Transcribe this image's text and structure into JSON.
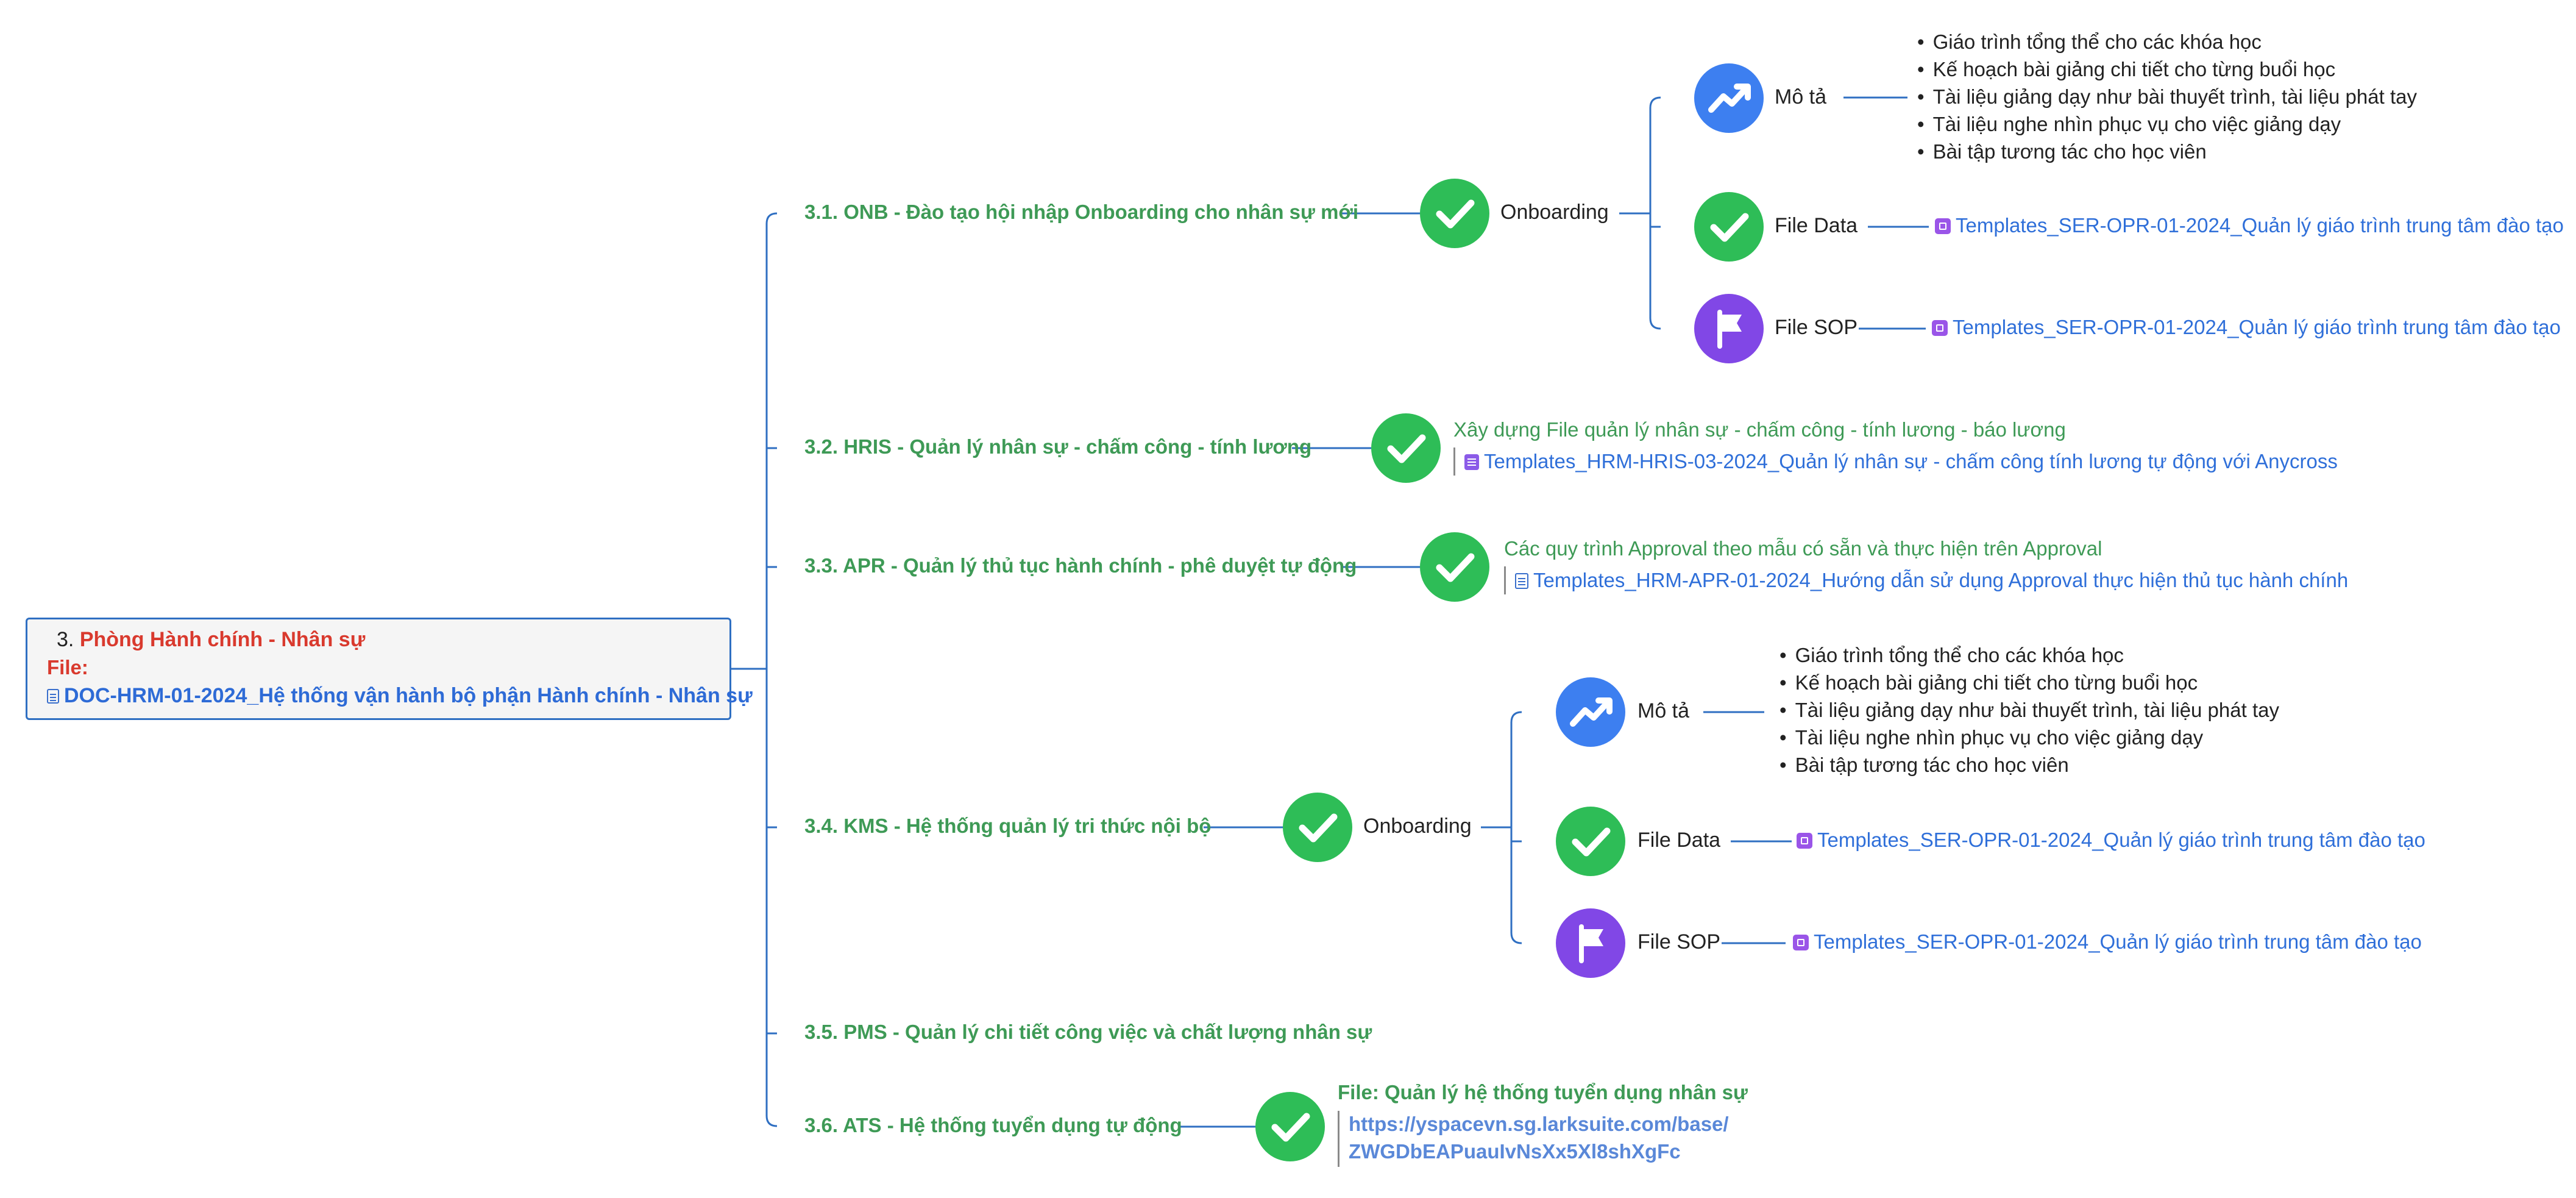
{
  "root": {
    "number": "3.",
    "title": "Phòng Hành chính - Nhân sự",
    "file_label": "File:",
    "file_name": "DOC-HRM-01-2024_Hệ thống vận hành bộ phận Hành chính - Nhân sự"
  },
  "branches": [
    "3.1. ONB - Đào tạo hội nhập Onboarding cho nhân sự mới",
    "3.2. HRIS - Quản lý nhân sự - chấm công - tính lương",
    "3.3. APR - Quản lý thủ tục hành chính - phê duyệt tự động",
    "3.4. KMS - Hệ thống quản lý tri thức nội bộ",
    "3.5. PMS - Quản lý chi tiết công việc và chất lượng nhân sự",
    "3.6. ATS - Hệ thống tuyển dụng tự động"
  ],
  "onboarding_label": "Onboarding",
  "labels": {
    "mo_ta": "Mô tả",
    "file_data": "File Data",
    "file_sop": "File SOP"
  },
  "description_items": [
    "Giáo trình tổng thể cho các khóa học",
    "Kế hoạch bài giảng chi tiết cho từng buổi học",
    "Tài liệu giảng dạy như bài thuyết trình, tài liệu phát tay",
    "Tài liệu nghe nhìn phục vụ cho việc giảng dạy",
    "Bài tập tương tác cho học viên"
  ],
  "template_link": "Templates_SER-OPR-01-2024_Quản lý giáo trình trung tâm đào tạo",
  "hris": {
    "note": "Xây dựng File quản lý nhân sự - chấm công - tính lương - báo lương",
    "link": "Templates_HRM-HRIS-03-2024_Quản lý nhân sự - chấm công tính lương tự động với Anycross"
  },
  "apr": {
    "note": "Các quy trình Approval theo mẫu có sẵn và thực hiện trên Approval",
    "link": "Templates_HRM-APR-01-2024_Hướng dẫn sử dụng Approval thực hiện thủ tục hành chính"
  },
  "ats": {
    "note": "File: Quản lý hệ thống tuyển dụng nhân sự",
    "url_line1": "https://yspacevn.sg.larksuite.com/base/",
    "url_line2": "ZWGDbEAPuauIvNsXx5Xl8shXgFc"
  },
  "colors": {
    "connector": "#2f6fc2",
    "branch_text": "#3e9a56",
    "root_title": "#d93a2e",
    "link": "#2f6fd9",
    "check_icon": "#2ebd57",
    "trend_icon": "#3d7ff0",
    "flag_icon": "#8147e6"
  },
  "icons": [
    "check-circle-icon",
    "trend-up-icon",
    "flag-icon",
    "document-icon",
    "base-icon"
  ]
}
